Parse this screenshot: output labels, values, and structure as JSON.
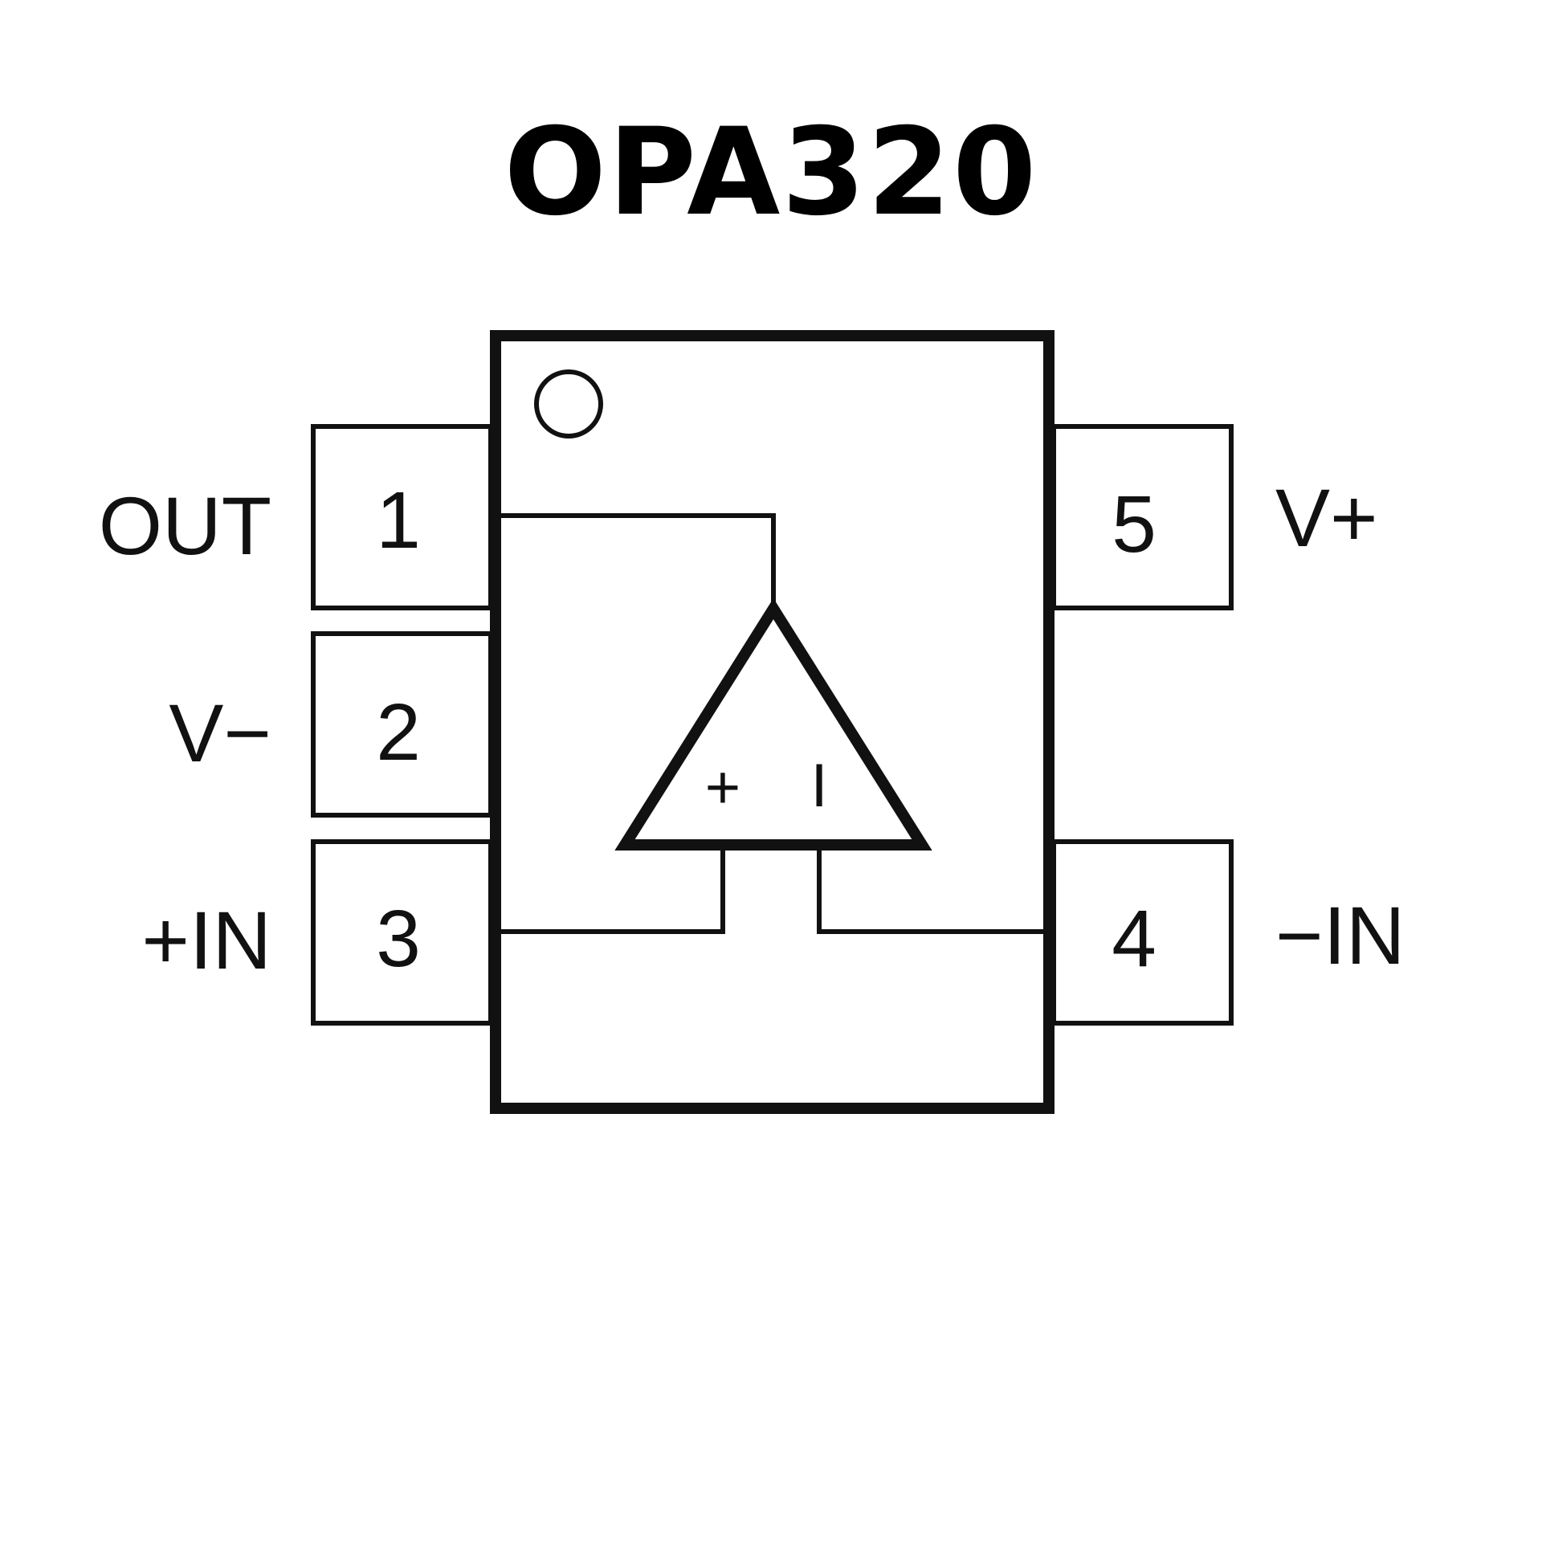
{
  "title": "OPA320",
  "pins": [
    {
      "number": "1",
      "label": "OUT"
    },
    {
      "number": "2",
      "label": "V−"
    },
    {
      "number": "3",
      "label": "+IN"
    },
    {
      "number": "4",
      "label": "−IN"
    },
    {
      "number": "5",
      "label": "V+"
    }
  ],
  "opamp": {
    "plus_sign": "+",
    "minus_sign": "I"
  },
  "colors": {
    "line": "#111111",
    "background": "#ffffff"
  }
}
